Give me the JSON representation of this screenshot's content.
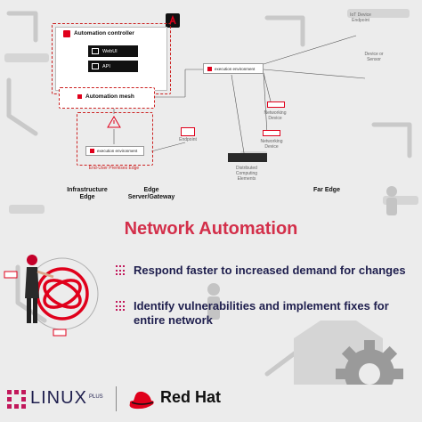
{
  "diagram": {
    "controller_title": "Automation controller",
    "webui_label": "WebUI",
    "api_label": "API",
    "mesh_label": "Automation mesh",
    "exec_env_label": "execution environment",
    "endpoint_label": "Endpoint",
    "premises_edge_label": "End-User Premises Edge",
    "networking_device_label_1": "Networking\nDevice",
    "networking_device_label_2": "Networking\nDevice",
    "iiot_label": "IoT Device\nEndpoint",
    "device_sensor_label": "Device or\nSensor",
    "distributed_label": "Distributed\nComputing\nElements",
    "infra_edge_label": "Infrastructure\nEdge",
    "edge_server_label": "Edge\nServer/Gateway",
    "far_edge_label": "Far Edge"
  },
  "main": {
    "title": "Network Automation",
    "bullet_1": "Respond faster to increased demand for changes",
    "bullet_2": "Identify vulnerabilities and implement fixes for entire network"
  },
  "footer": {
    "linux_label": "LINUX",
    "linux_plus": "PLUS",
    "redhat_label": "Red Hat"
  },
  "colors": {
    "accent": "#d32f4a",
    "text_dark": "#1f1f4e",
    "red": "#e0001b"
  }
}
